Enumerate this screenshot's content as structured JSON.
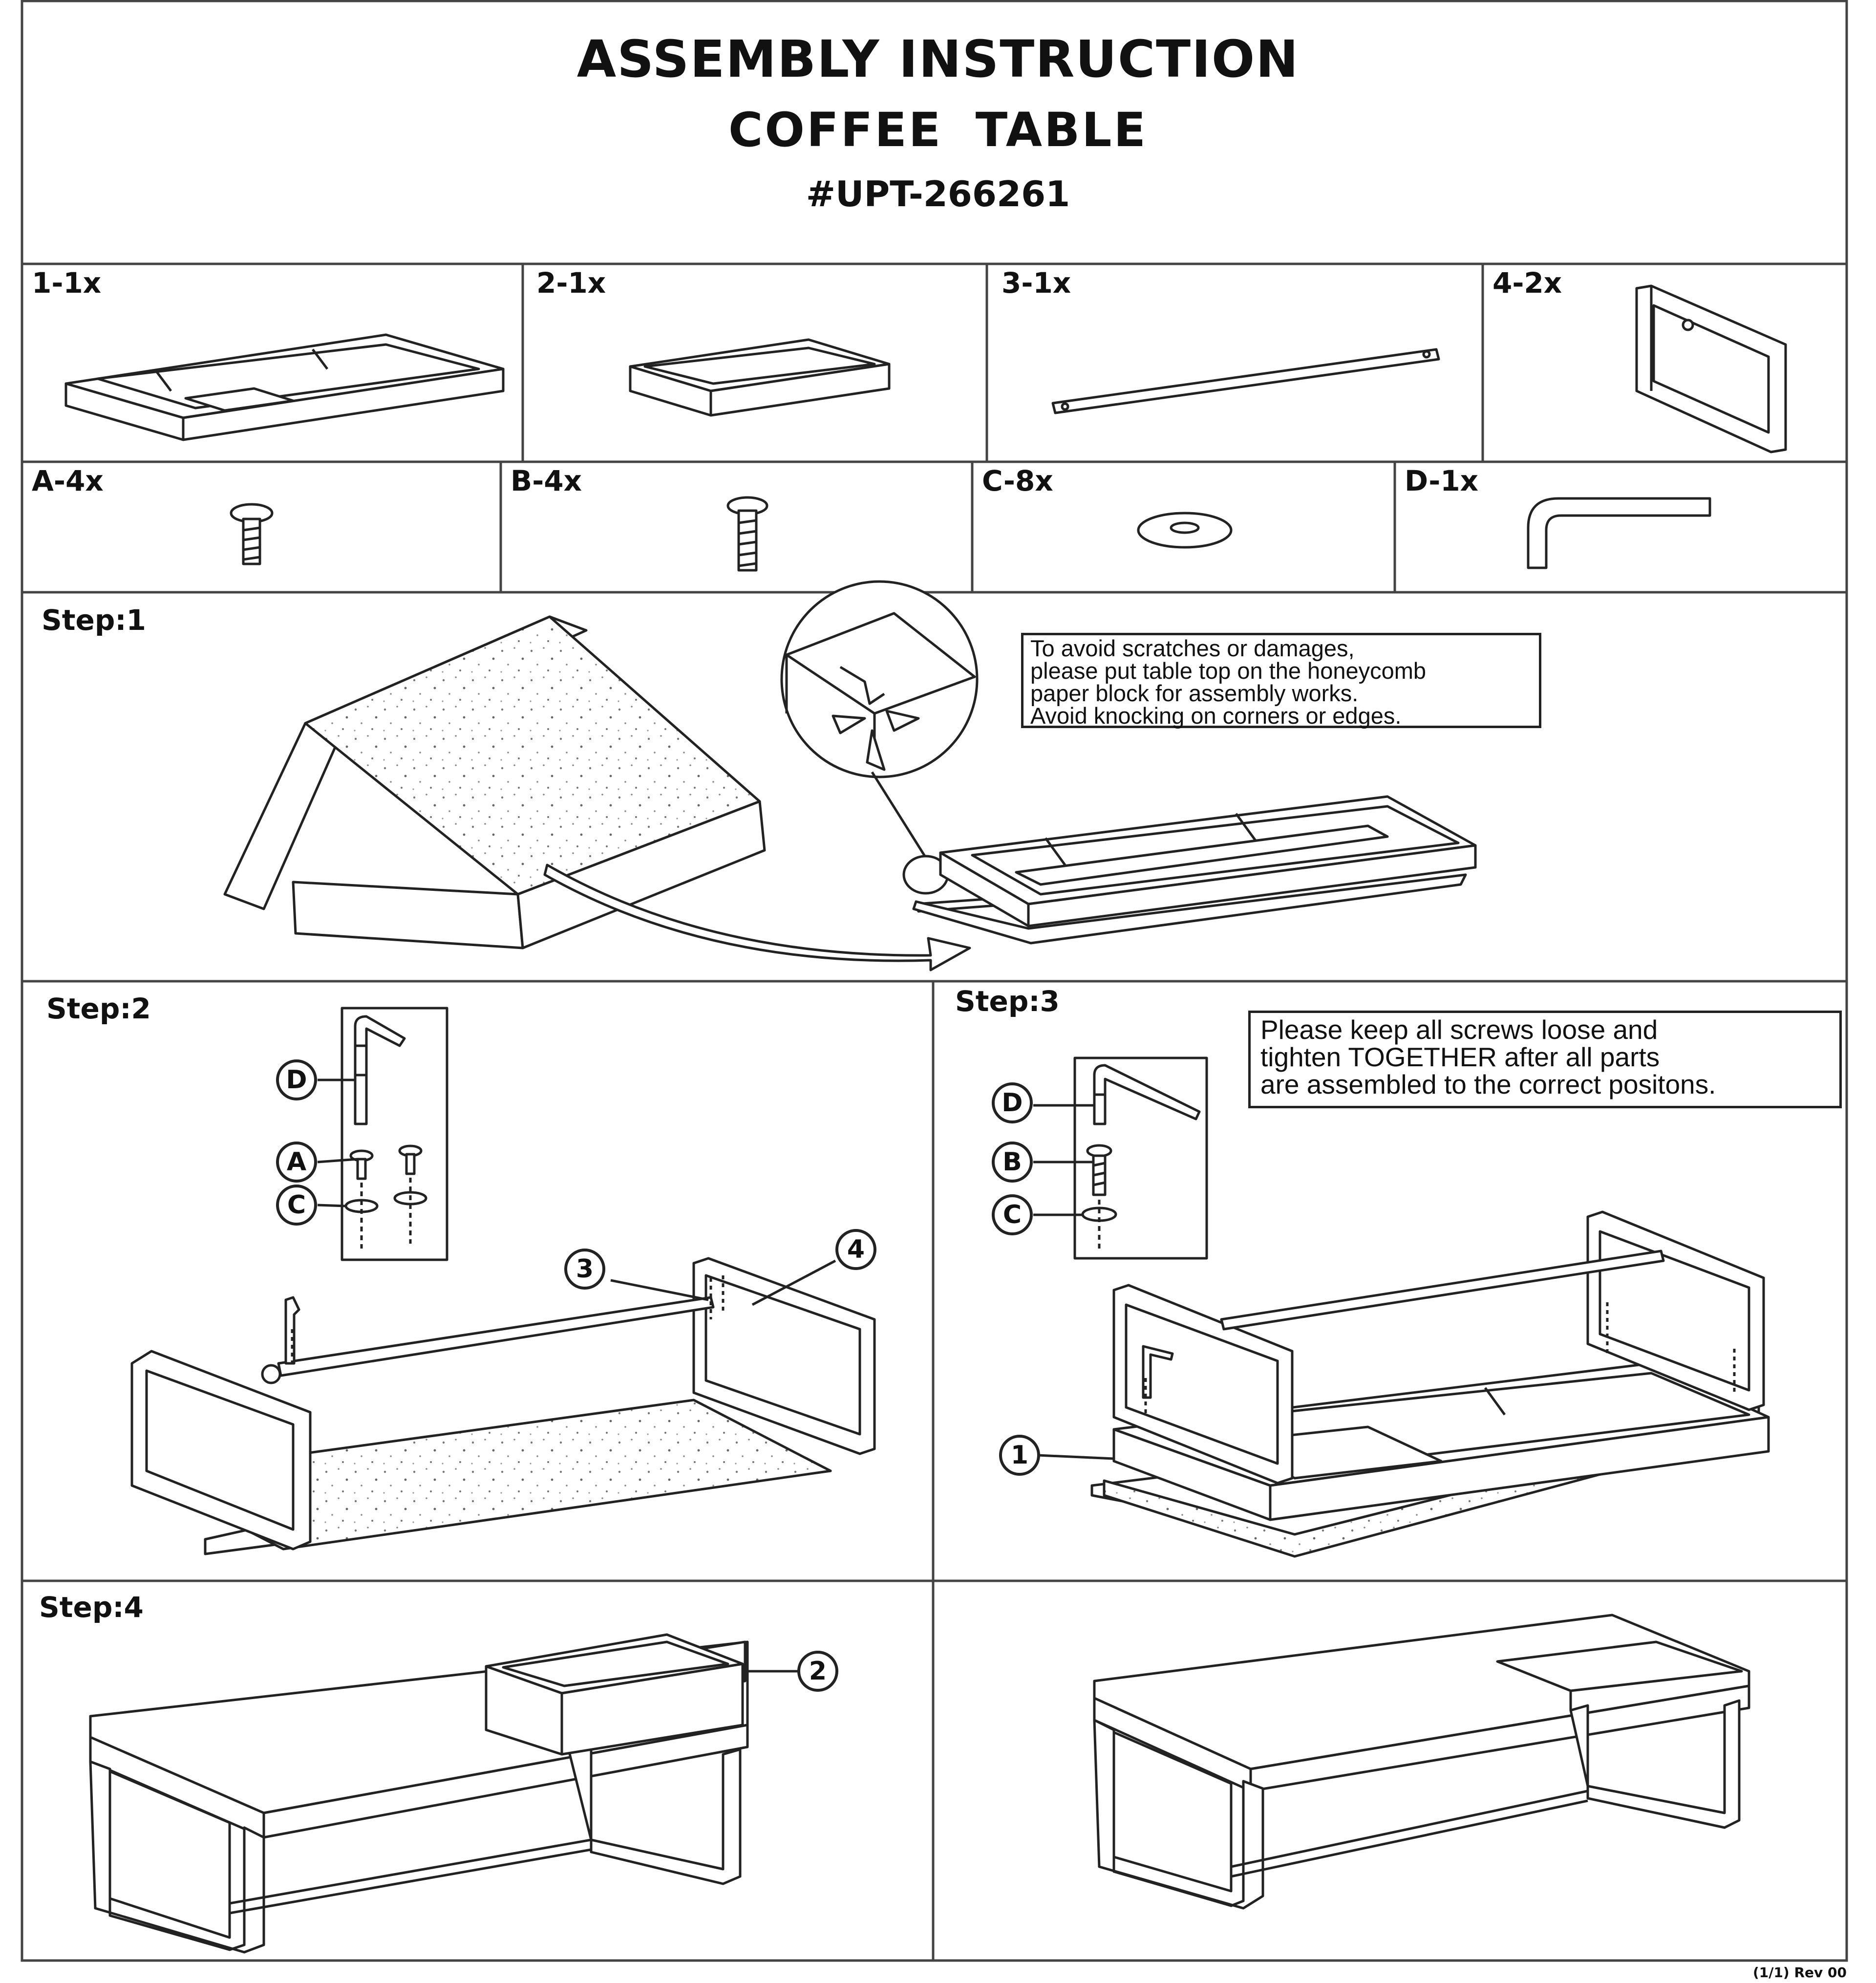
{
  "title": {
    "line1": "ASSEMBLY INSTRUCTION",
    "line2": "COFFEE  TABLE",
    "line3": "#UPT-266261"
  },
  "parts": [
    {
      "label": "1-1x"
    },
    {
      "label": "2-1x"
    },
    {
      "label": "3-1x"
    },
    {
      "label": "4-2x"
    }
  ],
  "hardware": [
    {
      "label": "A-4x"
    },
    {
      "label": "B-4x"
    },
    {
      "label": "C-8x"
    },
    {
      "label": "D-1x"
    }
  ],
  "steps": {
    "step1": {
      "label": "Step:1",
      "note": [
        "To avoid scratches  or damages,",
        "please put  table top on the honeycomb",
        " paper block for assembly  works.",
        "Avoid knocking on corners or edges."
      ]
    },
    "step2": {
      "label": "Step:2",
      "callouts": [
        "D",
        "A",
        "C",
        "3",
        "4"
      ]
    },
    "step3": {
      "label": "Step:3",
      "note": [
        "Please keep all screws loose and",
        "tighten TOGETHER after all parts",
        "are assembled to the correct positons."
      ],
      "callouts": [
        "D",
        "B",
        "C",
        "1"
      ]
    },
    "step4": {
      "label": "Step:4",
      "callouts": [
        "2"
      ]
    }
  },
  "footer": "(1/1) Rev 00"
}
